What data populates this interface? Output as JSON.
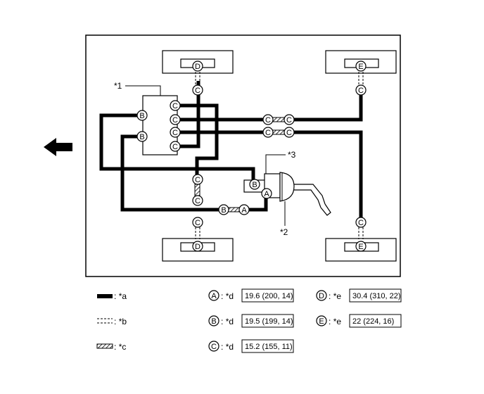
{
  "callouts": {
    "n1": "*1",
    "n2": "*2",
    "n3": "*3"
  },
  "markers": {
    "A": "A",
    "B": "B",
    "C": "C",
    "D": "D",
    "E": "E"
  },
  "legend": {
    "solid": "*a",
    "dashed": "*b",
    "hatched": "*c",
    "torque_d": "*d",
    "torque_e": "*e",
    "sep": ":"
  },
  "torques": {
    "A": "19.6 (200, 14)",
    "B": "19.5 (199, 14)",
    "C": "15.2 (155, 11)",
    "D": "30.4 (310, 22)",
    "E": "22 (224, 16)"
  },
  "icons": {
    "front": "arrow-left-icon"
  }
}
